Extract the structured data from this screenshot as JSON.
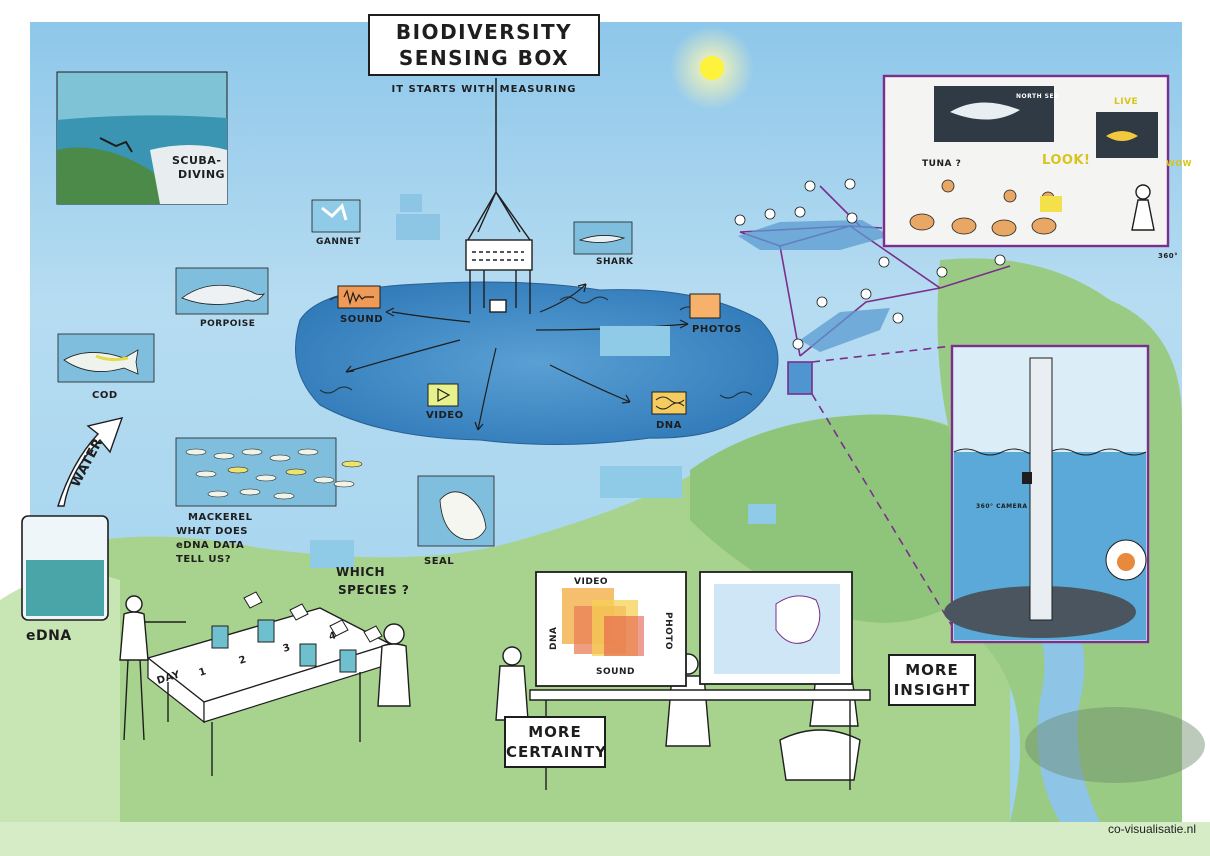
{
  "title": {
    "line1": "BIODIVERSITY",
    "line2": "SENSING BOX"
  },
  "subtitle": "IT STARTS WITH MEASURING",
  "labels": {
    "scuba": "SCUBA-",
    "diving": "DIVING",
    "gannet": "GANNET",
    "shark": "SHARK",
    "porpoise": "PORPOISE",
    "cod": "COD",
    "mackerel": "MACKEREL",
    "seal": "SEAL",
    "sound": "SOUND",
    "photos": "PHOTOS",
    "video": "VIDEO",
    "dna": "DNA",
    "water": "WATER",
    "edna": "eDNA",
    "edna_question_1": "WHAT DOES",
    "edna_question_2": "eDNA DATA",
    "edna_question_3": "TELL US?",
    "which_species_1": "WHICH",
    "which_species_2": "SPECIES ?",
    "day": "DAY",
    "day1": "1",
    "day2": "2",
    "day3": "3",
    "day4": "4",
    "more_certainty_1": "MORE",
    "more_certainty_2": "CERTAINTY",
    "more_insight_1": "MORE",
    "more_insight_2": "INSIGHT",
    "screen_video": "VIDEO",
    "screen_dna": "DNA",
    "screen_sound": "SOUND",
    "screen_photo": "PHOTO",
    "classroom_north_sea": "NORTH SEA",
    "classroom_tuna": "TUNA ?",
    "classroom_look": "LOOK!",
    "classroom_live": "LIVE",
    "classroom_wow": "WOW",
    "classroom_360": "360°",
    "camera": "360° CAMERA"
  },
  "credit": "co-visualisatie.nl",
  "colors": {
    "sky": "#a9d4ee",
    "sea": "#79b9dc",
    "pool": "#3d86c4",
    "land": "#9ccc86",
    "purple": "#7b2e8b"
  }
}
